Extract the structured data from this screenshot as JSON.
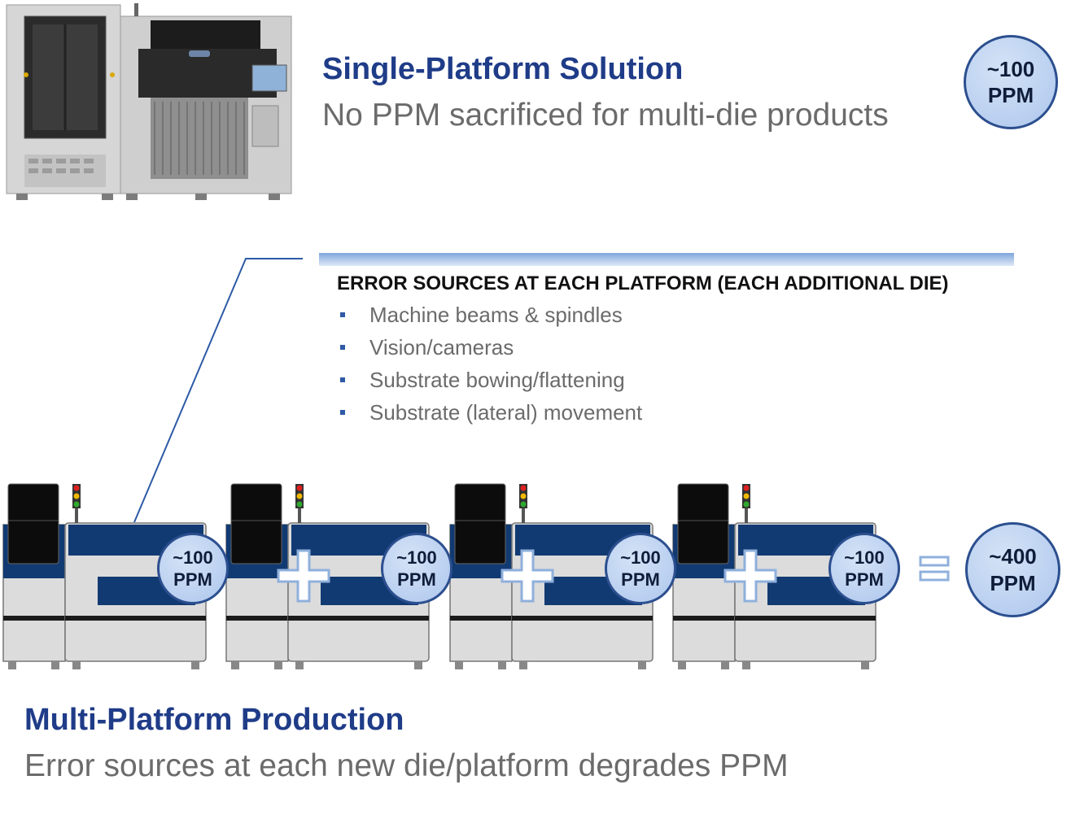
{
  "single_platform": {
    "title": "Single-Platform Solution",
    "subtitle": "No PPM sacrificed for multi-die products",
    "badge": {
      "value": "~100",
      "unit": "PPM"
    }
  },
  "error_sources": {
    "heading": "ERROR SOURCES AT EACH PLATFORM (EACH ADDITIONAL DIE)",
    "items": [
      "Machine beams & spindles",
      "Vision/cameras",
      "Substrate bowing/flattening",
      "Substrate (lateral) movement"
    ]
  },
  "multi_platform": {
    "title": "Multi-Platform Production",
    "subtitle": "Error sources at each new die/platform degrades PPM",
    "machine_badges": [
      {
        "value": "~100",
        "unit": "PPM"
      },
      {
        "value": "~100",
        "unit": "PPM"
      },
      {
        "value": "~100",
        "unit": "PPM"
      },
      {
        "value": "~100",
        "unit": "PPM"
      }
    ],
    "total_badge": {
      "value": "~400",
      "unit": "PPM"
    }
  },
  "colors": {
    "title_blue": "#1f3c88",
    "machine_blue": "#123a72",
    "badge_fill": "#b9cff0",
    "gray_text": "#6b6b6b"
  }
}
